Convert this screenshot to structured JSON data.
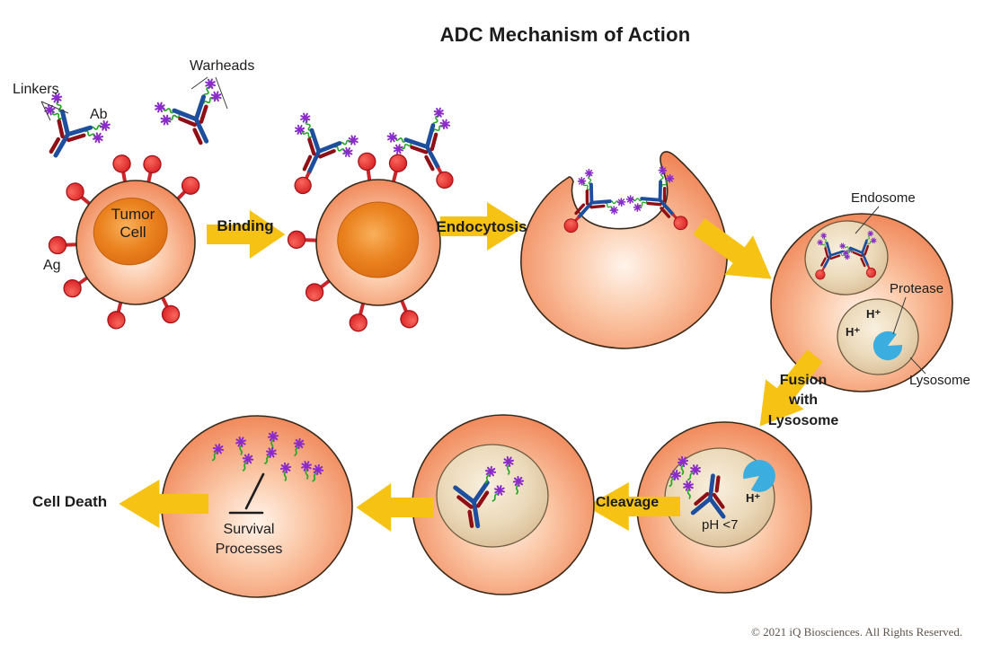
{
  "title": "ADC Mechanism of Action",
  "copyright": "© 2021 iQ Biosciences. All Rights Reserved.",
  "annotations": {
    "linkers": "Linkers",
    "warheads": "Warheads",
    "ab": "Ab",
    "ag": "Ag",
    "tumor_cell": [
      "Tumor",
      "Cell"
    ],
    "endosome": "Endosome",
    "protease": "Protease",
    "lysosome": "Lysosome",
    "h_plus": "H⁺",
    "ph_acidic": "pH <7",
    "survival": [
      "Survival",
      "Processes"
    ],
    "cell_death": "Cell Death"
  },
  "steps": {
    "binding": "Binding",
    "endocytosis": "Endocytosis",
    "fusion": [
      "Fusion",
      "with",
      "Lysosome"
    ],
    "cleavage": "Cleavage"
  },
  "colors": {
    "arrow": "#F6C213",
    "antibody_heavy": "#1D4F9E",
    "antibody_light": "#8E1016",
    "linker": "#27A627",
    "warhead": "#8A2BC9",
    "antigen_stem": "#C9252B",
    "antigen_ball": "#DC2227",
    "protease": "#3BADDE",
    "cell_body": "#EF8152",
    "cell_nucleus": "#E5771A",
    "vesicle": "#E8D5B4",
    "text": "#1c1c1c",
    "copyright_text": "#5f544b"
  }
}
